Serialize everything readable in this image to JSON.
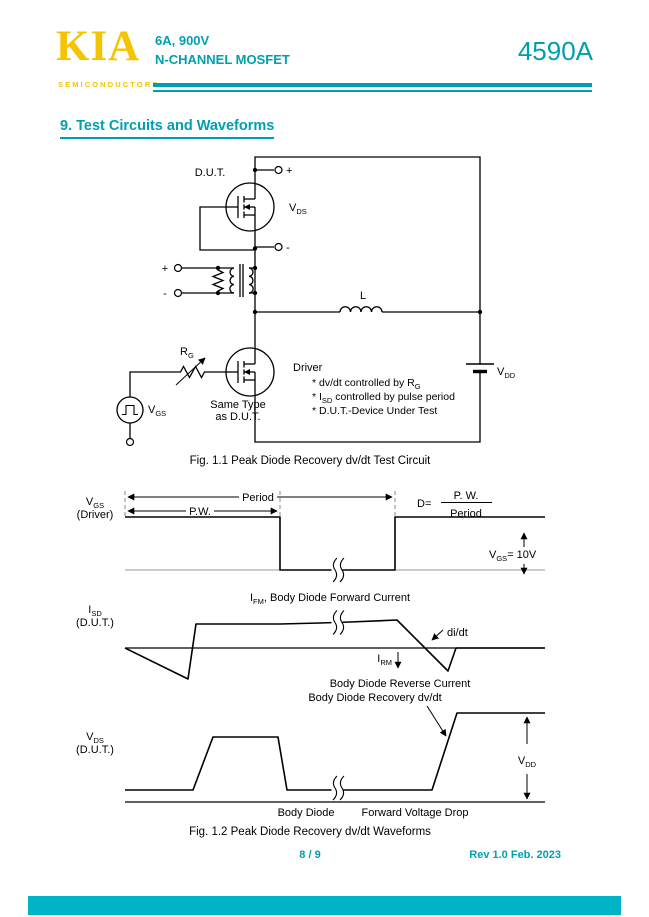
{
  "colors": {
    "teal": "#009FB0",
    "logo_yellow": "#F5C400",
    "bottom_bar": "#00B3C6",
    "ink": "#000000"
  },
  "header": {
    "logo": "KIA",
    "logo_subtitle": "SEMICONDUCTORS",
    "spec_line1": "6A, 900V",
    "spec_line2": "N-CHANNEL MOSFET",
    "part_number": "4590A"
  },
  "section": {
    "title": "9.  Test Circuits and Waveforms"
  },
  "fig1": {
    "dut_label": "D.U.T.",
    "plus": "+",
    "minus": "-",
    "vds": {
      "base": "V",
      "sub": "DS"
    },
    "xfmr_plus": "+",
    "xfmr_minus": "-",
    "inductor": "L",
    "vdd": {
      "base": "V",
      "sub": "DD"
    },
    "rg": {
      "base": "R",
      "sub": "G"
    },
    "vgs": {
      "base": "V",
      "sub": "GS"
    },
    "driver": "Driver",
    "same_type_line1": "Same Type",
    "same_type_line2": "as D.U.T.",
    "notes": {
      "n1_pre": "* dv/dt controlled by R",
      "n1_sub": "G",
      "n2_pre": "* I",
      "n2_sub": "SD",
      "n2_post": " controlled by pulse period",
      "n3": "* D.U.T.-Device Under Test"
    },
    "caption": "Fig. 1.1 Peak Diode Recovery dv/dt Test Circuit"
  },
  "fig2": {
    "row1": {
      "label_base": "V",
      "label_sub": "GS",
      "label_line2": "(Driver)"
    },
    "row2": {
      "label_base": "I",
      "label_sub": "SD",
      "label_line2": "(D.U.T.)"
    },
    "row3": {
      "label_base": "V",
      "label_sub": "DS",
      "label_line2": "(D.U.T.)"
    },
    "period": "Period",
    "pw": "P.W.",
    "duty": {
      "lhs": "D=",
      "numerator": "P. W.",
      "denominator": "Period"
    },
    "vgs10": {
      "base": "V",
      "sub": "GS",
      "post": "= 10V"
    },
    "ifm": {
      "base": "I",
      "sub": "FM",
      "post": ", Body Diode Forward Current"
    },
    "didt": "di/dt",
    "irm": {
      "base": "I",
      "sub": "RM"
    },
    "reverse_current": "Body Diode Reverse Current",
    "recovery": "Body Diode Recovery dv/dt",
    "vdd": {
      "base": "V",
      "sub": "DD"
    },
    "body_diode": "Body Diode",
    "fwd_drop": "Forward Voltage Drop",
    "caption": "Fig. 1.2 Peak Diode Recovery dv/dt Waveforms"
  },
  "footer": {
    "page": "8 / 9",
    "rev": "Rev 1.0 Feb. 2023"
  }
}
